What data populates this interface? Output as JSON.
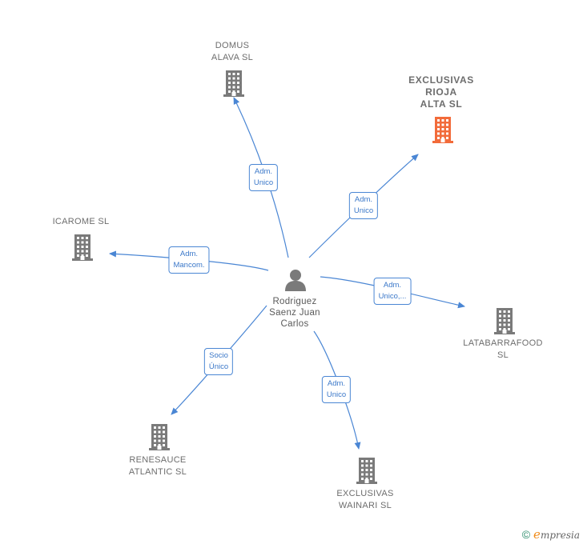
{
  "colors": {
    "edge": "#4a86d4",
    "building_default": "#7a7a7a",
    "building_highlight": "#f26b3a",
    "person": "#7a7a7a"
  },
  "center": {
    "name": "Rodriguez\nSaenz Juan\nCarlos",
    "icon": "person-icon"
  },
  "nodes": [
    {
      "id": "domus",
      "name": "DOMUS\nALAVA SL",
      "highlight": false,
      "icon": "building-icon"
    },
    {
      "id": "exclusivas-rioja",
      "name": "EXCLUSIVAS\nRIOJA\nALTA  SL",
      "highlight": true,
      "icon": "building-icon"
    },
    {
      "id": "icarome",
      "name": "ICAROME  SL",
      "highlight": false,
      "icon": "building-icon"
    },
    {
      "id": "latabarrafood",
      "name": "LATABARRAFOOD\nSL",
      "highlight": false,
      "icon": "building-icon"
    },
    {
      "id": "renesauce",
      "name": "RENESAUCE\nATLANTIC SL",
      "highlight": false,
      "icon": "building-icon"
    },
    {
      "id": "exclusivas-wainari",
      "name": "EXCLUSIVAS\nWAINARI  SL",
      "highlight": false,
      "icon": "building-icon"
    }
  ],
  "edges": [
    {
      "to": "domus",
      "label": "Adm.\nUnico"
    },
    {
      "to": "exclusivas-rioja",
      "label": "Adm.\nUnico"
    },
    {
      "to": "icarome",
      "label": "Adm.\nMancom."
    },
    {
      "to": "latabarrafood",
      "label": "Adm.\nUnico,..."
    },
    {
      "to": "renesauce",
      "label": "Socio\nÚnico"
    },
    {
      "to": "exclusivas-wainari",
      "label": "Adm.\nUnico"
    }
  ],
  "footer": {
    "copyright": "©",
    "brand_initial": "e",
    "brand_rest": "mpresia"
  }
}
